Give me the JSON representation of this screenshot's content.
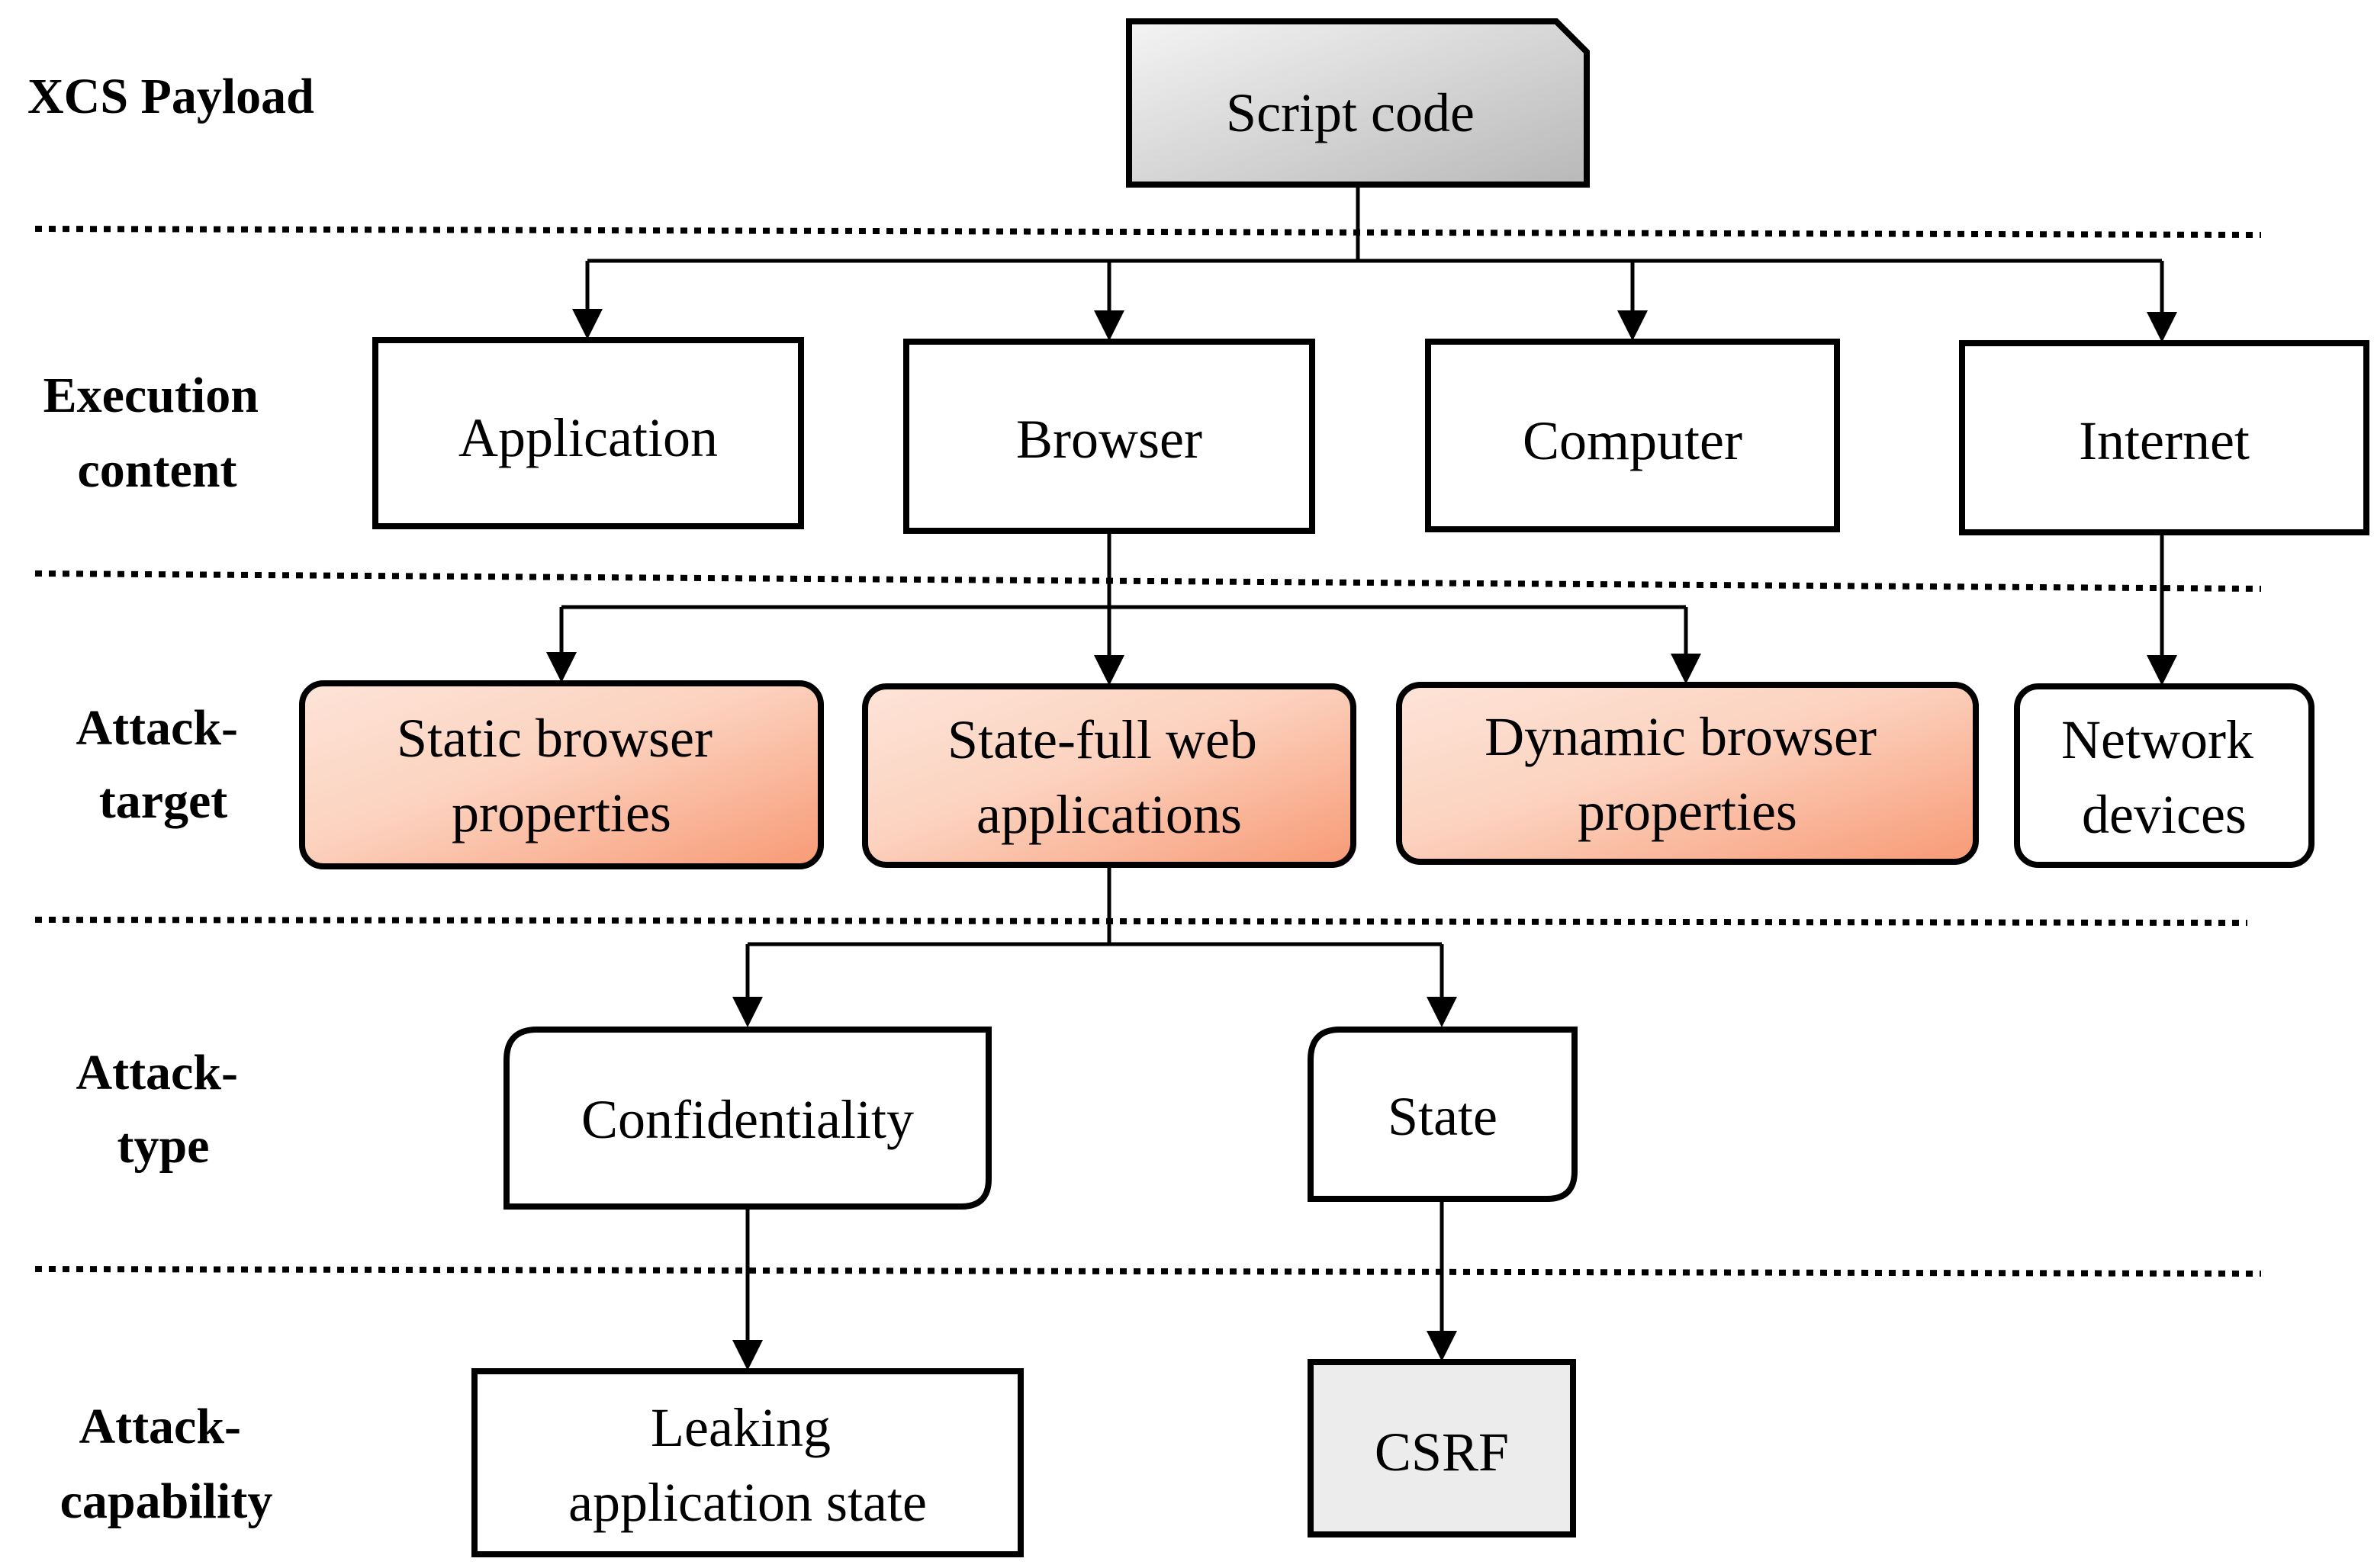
{
  "levels": {
    "payload": "XCS Payload",
    "execution": [
      "Execution",
      "content"
    ],
    "target": [
      "Attack-",
      "target"
    ],
    "type": [
      "Attack-",
      "type"
    ],
    "capability": [
      "Attack-",
      "capability"
    ]
  },
  "nodes": {
    "script_code": "Script code",
    "application": "Application",
    "browser": "Browser",
    "computer": "Computer",
    "internet": "Internet",
    "static_browser": [
      "Static browser",
      "properties"
    ],
    "statefull_web": [
      "State-full web",
      "applications"
    ],
    "dynamic_browser": [
      "Dynamic browser",
      "properties"
    ],
    "network_devices": [
      "Network",
      "devices"
    ],
    "confidentiality": "Confidentiality",
    "state": "State",
    "leaking": [
      "Leaking",
      "application state"
    ],
    "csrf": "CSRF"
  },
  "colors": {
    "salmon_light": "#fde4d8",
    "salmon_dark": "#f79a75",
    "gray_light": "#f4f4f4",
    "gray_dark": "#b8b8b8",
    "csrf_fill": "#ececec"
  }
}
